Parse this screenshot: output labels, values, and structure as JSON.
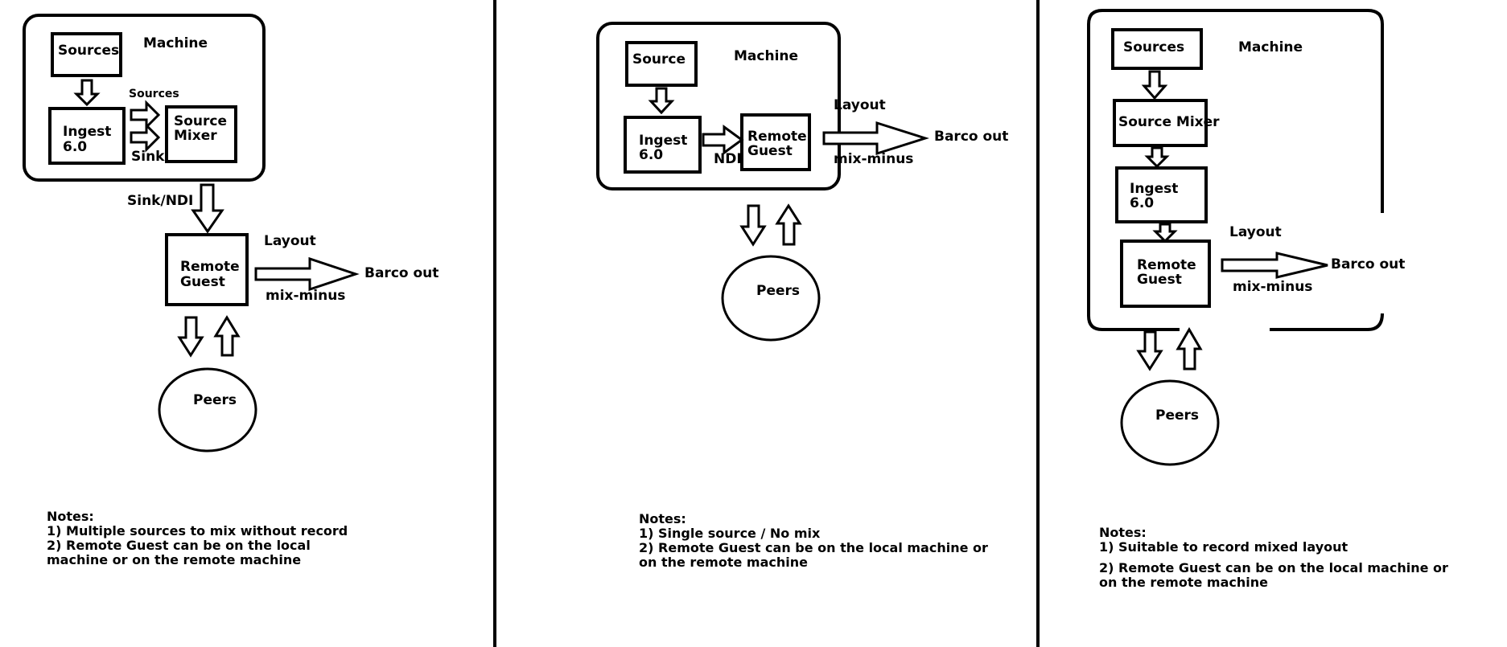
{
  "panel1": {
    "machine": "Machine",
    "sources_box": "Sources",
    "sources_arrow_label": "Sources",
    "sink_label": "Sink",
    "ingest_line1": "Ingest",
    "ingest_line2": "6.0",
    "mixer_line1": "Source",
    "mixer_line2": "Mixer",
    "sink_ndi": "Sink/NDI",
    "layout": "Layout",
    "guest_line1": "Remote",
    "guest_line2": "Guest",
    "barco": "Barco out",
    "mixminus": "mix-minus",
    "peers": "Peers",
    "notes": [
      "Notes:",
      "1) Multiple sources to mix  without record",
      "2) Remote Guest can be on the local",
      "machine or on the remote machine"
    ]
  },
  "panel2": {
    "machine": "Machine",
    "source_box": "Source",
    "ingest_line1": "Ingest",
    "ingest_line2": "6.0",
    "ndi": "NDI",
    "guest_line1": "Remote",
    "guest_line2": "Guest",
    "layout": "Layout",
    "barco": "Barco out",
    "mixminus": "mix-minus",
    "peers": "Peers",
    "notes": [
      "Notes:",
      "1) Single source / No mix",
      "2) Remote Guest can be on the local machine or",
      "on the remote machine"
    ]
  },
  "panel3": {
    "machine": "Machine",
    "sources_box": "Sources",
    "mixer": "Source Mixer",
    "ingest_line1": "Ingest",
    "ingest_line2": "6.0",
    "layout": "Layout",
    "guest_line1": "Remote",
    "guest_line2": "Guest",
    "barco": "Barco out",
    "mixminus": "mix-minus",
    "peers": "Peers",
    "notes": [
      "Notes:",
      "1) Suitable to record mixed layout",
      "2) Remote Guest can be on the local machine or",
      "on the remote machine"
    ]
  }
}
